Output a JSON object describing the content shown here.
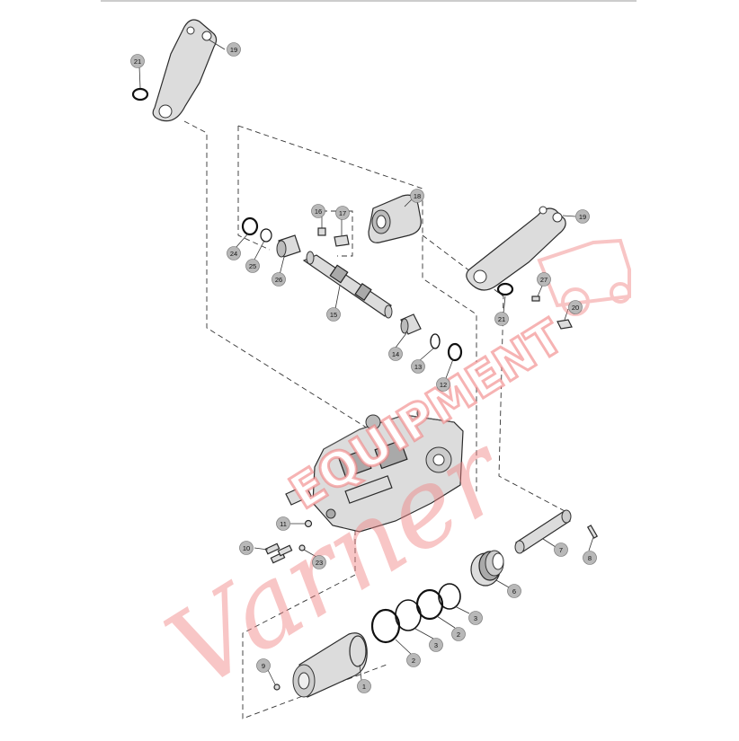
{
  "callouts": [
    {
      "id": "c19a",
      "text": "19"
    },
    {
      "id": "c21a",
      "text": "21"
    },
    {
      "id": "c18",
      "text": "18"
    },
    {
      "id": "c16",
      "text": "16"
    },
    {
      "id": "c17",
      "text": "17"
    },
    {
      "id": "c19b",
      "text": "19"
    },
    {
      "id": "c24",
      "text": "24"
    },
    {
      "id": "c25",
      "text": "25"
    },
    {
      "id": "c26",
      "text": "26"
    },
    {
      "id": "c27",
      "text": "27"
    },
    {
      "id": "c20",
      "text": "20"
    },
    {
      "id": "c21b",
      "text": "21"
    },
    {
      "id": "c15",
      "text": "15"
    },
    {
      "id": "c14",
      "text": "14"
    },
    {
      "id": "c13",
      "text": "13"
    },
    {
      "id": "c12",
      "text": "12"
    },
    {
      "id": "c11",
      "text": "11"
    },
    {
      "id": "c10",
      "text": "10"
    },
    {
      "id": "c23",
      "text": "23"
    },
    {
      "id": "c7",
      "text": "7"
    },
    {
      "id": "c8",
      "text": "8"
    },
    {
      "id": "c6",
      "text": "6"
    },
    {
      "id": "c3a",
      "text": "3"
    },
    {
      "id": "c2a",
      "text": "2"
    },
    {
      "id": "c3b",
      "text": "3"
    },
    {
      "id": "c2b",
      "text": "2"
    },
    {
      "id": "c9",
      "text": "9"
    },
    {
      "id": "c1",
      "text": "1"
    }
  ],
  "watermark": {
    "script": "Varner",
    "block": "EQUIPMENT",
    "color": "#f08080"
  }
}
